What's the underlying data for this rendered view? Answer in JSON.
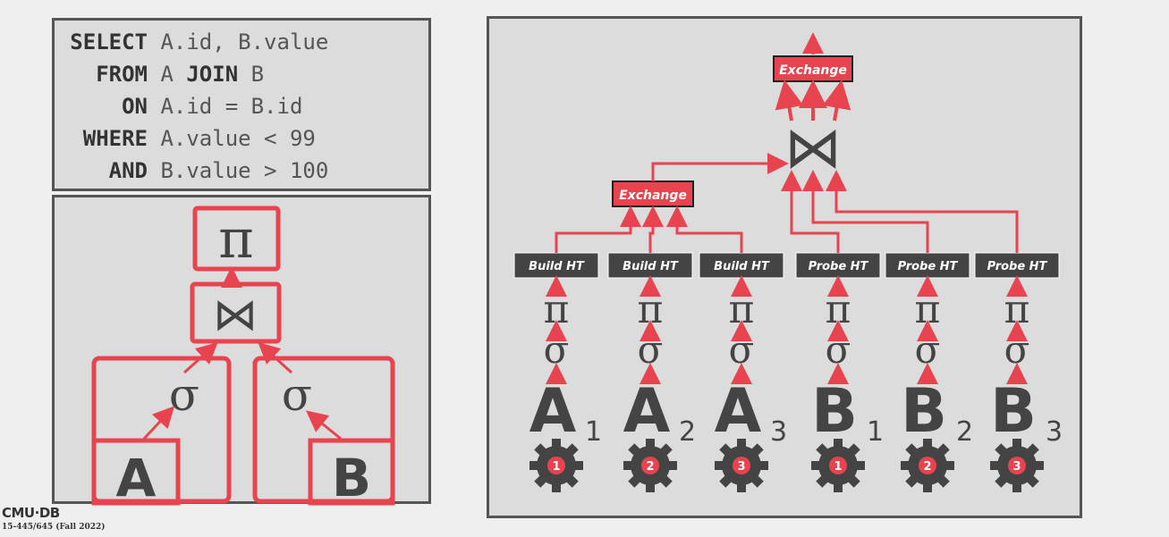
{
  "sql": {
    "lines": [
      {
        "kw": "SELECT",
        "rest": " A.id, B.value"
      },
      {
        "kw": "FROM",
        "rest": " A ",
        "kw2": "JOIN",
        "rest2": " B"
      },
      {
        "kw": "ON",
        "rest": " A.id = B.id"
      },
      {
        "kw": "WHERE",
        "rest": " A.value < 99"
      },
      {
        "kw": "AND",
        "rest": " B.value > 100"
      }
    ]
  },
  "tree": {
    "projection": "π",
    "join": "⋈",
    "select_left": "σ",
    "select_right": "σ",
    "table_left": "A",
    "table_right": "B"
  },
  "plan": {
    "exchange_top": "Exchange",
    "exchange_mid": "Exchange",
    "join": "⋈",
    "operators": [
      "Build HT",
      "Build HT",
      "Build HT",
      "Probe HT",
      "Probe HT",
      "Probe HT"
    ],
    "projection": "π",
    "selection": "σ",
    "tables": [
      {
        "name": "A",
        "sub": "1",
        "worker": "1"
      },
      {
        "name": "A",
        "sub": "2",
        "worker": "2"
      },
      {
        "name": "A",
        "sub": "3",
        "worker": "3"
      },
      {
        "name": "B",
        "sub": "1",
        "worker": "1"
      },
      {
        "name": "B",
        "sub": "2",
        "worker": "2"
      },
      {
        "name": "B",
        "sub": "3",
        "worker": "3"
      }
    ]
  },
  "footer": {
    "logo": "CMU·DB",
    "course": "15-445/645 (Fall 2022)"
  },
  "colors": {
    "accent": "#e8444f",
    "dark": "#444444",
    "panel": "#dcdcdc"
  }
}
